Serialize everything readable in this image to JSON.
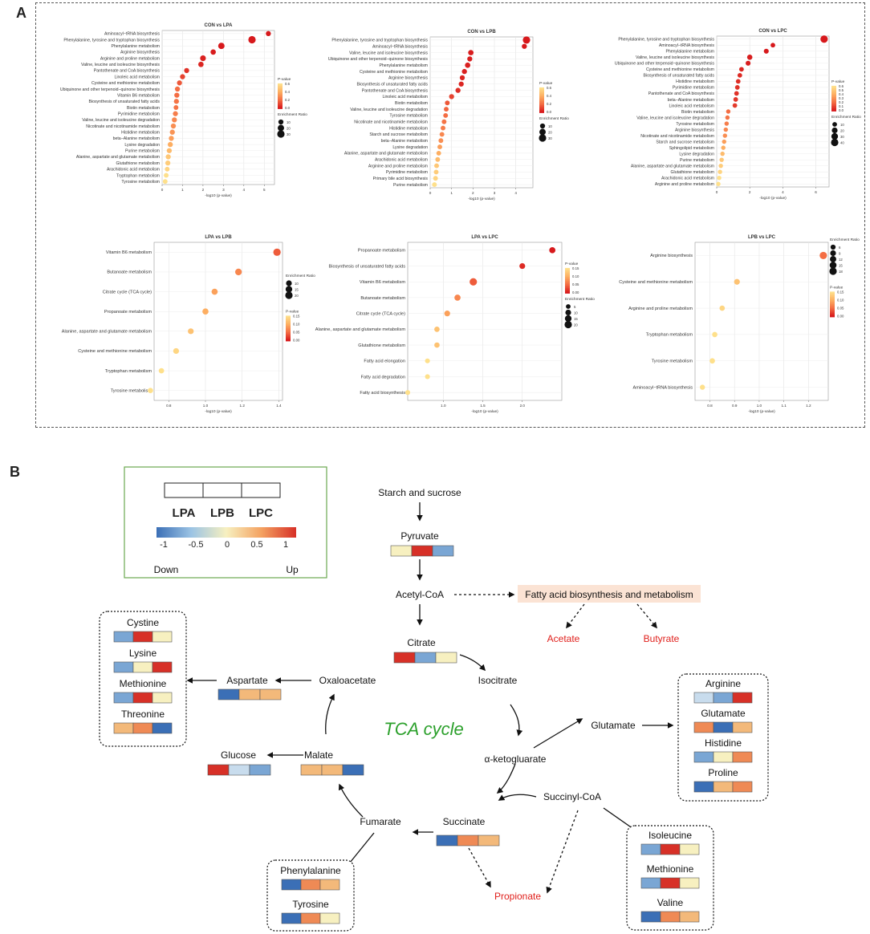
{
  "panelA": {
    "label": "A",
    "legend_pvalue_title": "P-value",
    "legend_er_title": "Enrichment Ratio",
    "color_scale": [
      "#d7191c",
      "#f46d43",
      "#fdae61",
      "#fee08b"
    ]
  },
  "panelB": {
    "label": "B",
    "legend": {
      "groups": [
        "LPA",
        "LPB",
        "LPC"
      ],
      "ticks": [
        "-1",
        "-0.5",
        "0",
        "0.5",
        "1"
      ],
      "down": "Down",
      "up": "Up"
    },
    "tca_label": "TCA  cycle",
    "fatty_acid_box": "Fatty acid biosynthesis and metabolism",
    "colors": {
      "down": "#3b6fb6",
      "light_blue": "#7aa6d4",
      "pale_blue": "#c8dced",
      "neutral": "#f7f0c0",
      "light_orange": "#f3b97a",
      "orange": "#ef8a55",
      "red": "#d73027",
      "red_text": "#e0201c",
      "green_text": "#2ca02c",
      "legend_border": "#6aa84f",
      "fa_box": "#fbe3d4"
    },
    "nodes": [
      {
        "id": "starch",
        "label": "Starch and sucrose",
        "color": "black",
        "heat": []
      },
      {
        "id": "pyruvate",
        "label": "Pyruvate",
        "color": "black",
        "heat": [
          "neutral",
          "red",
          "light_blue"
        ]
      },
      {
        "id": "acetylcoa",
        "label": "Acetyl-CoA",
        "color": "black",
        "heat": []
      },
      {
        "id": "acetate",
        "label": "Acetate",
        "color": "red",
        "heat": []
      },
      {
        "id": "butyrate",
        "label": "Butyrate",
        "color": "red",
        "heat": []
      },
      {
        "id": "citrate",
        "label": "Citrate",
        "color": "black",
        "heat": [
          "red",
          "light_blue",
          "neutral"
        ]
      },
      {
        "id": "isocitrate",
        "label": "Isocitrate",
        "color": "black",
        "heat": []
      },
      {
        "id": "oxaloacetate",
        "label": "Oxaloacetate",
        "color": "black",
        "heat": []
      },
      {
        "id": "aspartate",
        "label": "Aspartate",
        "color": "black",
        "heat": [
          "down",
          "light_orange",
          "light_orange"
        ]
      },
      {
        "id": "akg",
        "label": "α-ketogluarate",
        "color": "black",
        "heat": []
      },
      {
        "id": "glutamate_main",
        "label": "Glutamate",
        "color": "black",
        "heat": []
      },
      {
        "id": "malate",
        "label": "Malate",
        "color": "black",
        "heat": [
          "light_orange",
          "light_orange",
          "down"
        ]
      },
      {
        "id": "glucose",
        "label": "Glucose",
        "color": "black",
        "heat": [
          "red",
          "pale_blue",
          "light_blue"
        ]
      },
      {
        "id": "succinylcoa",
        "label": "Succinyl-CoA",
        "color": "black",
        "heat": []
      },
      {
        "id": "succinate",
        "label": "Succinate",
        "color": "black",
        "heat": [
          "down",
          "orange",
          "light_orange"
        ]
      },
      {
        "id": "fumarate",
        "label": "Fumarate",
        "color": "black",
        "heat": []
      },
      {
        "id": "propionate",
        "label": "Propionate",
        "color": "red",
        "heat": []
      }
    ],
    "groups": [
      {
        "id": "asp_group",
        "items": [
          {
            "label": "Cystine",
            "heat": [
              "light_blue",
              "red",
              "neutral"
            ]
          },
          {
            "label": "Lysine",
            "heat": [
              "light_blue",
              "neutral",
              "red"
            ]
          },
          {
            "label": "Methionine",
            "heat": [
              "light_blue",
              "red",
              "neutral"
            ]
          },
          {
            "label": "Threonine",
            "heat": [
              "light_orange",
              "orange",
              "down"
            ]
          }
        ]
      },
      {
        "id": "glu_group",
        "items": [
          {
            "label": "Arginine",
            "heat": [
              "pale_blue",
              "light_blue",
              "red"
            ]
          },
          {
            "label": "Glutamate",
            "heat": [
              "orange",
              "down",
              "light_orange"
            ]
          },
          {
            "label": "Histidine",
            "heat": [
              "light_blue",
              "neutral",
              "orange"
            ]
          },
          {
            "label": "Proline",
            "heat": [
              "down",
              "light_orange",
              "orange"
            ]
          }
        ]
      },
      {
        "id": "succ_group",
        "items": [
          {
            "label": "Isoleucine",
            "heat": [
              "light_blue",
              "red",
              "neutral"
            ]
          },
          {
            "label": "Methionine",
            "heat": [
              "light_blue",
              "red",
              "neutral"
            ]
          },
          {
            "label": "Valine",
            "heat": [
              "down",
              "orange",
              "light_orange"
            ]
          }
        ]
      },
      {
        "id": "fum_group",
        "items": [
          {
            "label": "Phenylalanine",
            "heat": [
              "down",
              "orange",
              "light_orange"
            ]
          },
          {
            "label": "Tyrosine",
            "heat": [
              "down",
              "orange",
              "neutral"
            ]
          }
        ]
      }
    ]
  },
  "chart_data": [
    {
      "type": "scatter",
      "title": "CON vs LPA",
      "xlabel": "-log10 (p-value)",
      "ylabel": "",
      "xlim": [
        0,
        5.5
      ],
      "xticks": [
        0,
        1,
        2,
        3,
        4,
        5
      ],
      "pvalue_legend": [
        "0.6",
        "0.4",
        "0.2",
        "0.0"
      ],
      "er_legend": [
        "10",
        "20",
        "30"
      ],
      "categories": [
        "Aminoacyl−tRNA biosynthesis",
        "Phenylalanine, tyrosine and tryptophan biosynthesis",
        "Phenylalanine metabolism",
        "Arginine biosynthesis",
        "Arginine and proline metabolism",
        "Valine, leucine and isoleucine biosynthesis",
        "Pantothenate and CoA biosynthesis",
        "Linoleic acid metabolism",
        "Cysteine and methionine metabolism",
        "Ubiquinone and other terpenoid−quinone biosynthesis",
        "Vitamin B6 metabolism",
        "Biosynthesis of unsaturated fatty acids",
        "Biotin metabolism",
        "Pyrimidine metabolism",
        "Valine, leucine and isoleucine degradation",
        "Nicotinate and nicotinamide metabolism",
        "Histidine metabolism",
        "beta−Alanine metabolism",
        "Lysine degradation",
        "Purine metabolism",
        "Alanine, aspartate and glutamate metabolism",
        "Glutathione metabolism",
        "Arachidonic acid metabolism",
        "Tryptophan metabolism",
        "Tyrosine metabolism"
      ],
      "x": [
        5.2,
        4.4,
        2.9,
        2.5,
        2.0,
        1.9,
        1.2,
        1.0,
        0.85,
        0.75,
        0.72,
        0.7,
        0.68,
        0.65,
        0.6,
        0.55,
        0.5,
        0.45,
        0.4,
        0.35,
        0.3,
        0.28,
        0.25,
        0.2,
        0.15
      ],
      "size": [
        10,
        30,
        20,
        12,
        15,
        12,
        10,
        10,
        10,
        10,
        10,
        10,
        8,
        10,
        10,
        10,
        10,
        10,
        10,
        10,
        10,
        10,
        8,
        8,
        8
      ],
      "pvalue": [
        0.0,
        0.0,
        0.0,
        0.01,
        0.02,
        0.03,
        0.06,
        0.1,
        0.15,
        0.2,
        0.2,
        0.22,
        0.22,
        0.25,
        0.28,
        0.3,
        0.32,
        0.35,
        0.4,
        0.45,
        0.5,
        0.52,
        0.55,
        0.6,
        0.65
      ]
    },
    {
      "type": "scatter",
      "title": "CON vs LPB",
      "xlabel": "-log10 (p-value)",
      "ylabel": "",
      "xlim": [
        0,
        4.8
      ],
      "xticks": [
        0,
        1,
        2,
        3,
        4
      ],
      "pvalue_legend": [
        "0.6",
        "0.4",
        "0.2",
        "0.0"
      ],
      "er_legend": [
        "10",
        "20",
        "30"
      ],
      "categories": [
        "Phenylalanine, tyrosine and tryptophan biosynthesis",
        "Aminoacyl−tRNA biosynthesis",
        "Valine, leucine and isoleucine biosynthesis",
        "Ubiquinone and other terpenoid−quinone biosynthesis",
        "Phenylalanine metabolism",
        "Cysteine and methionine metabolism",
        "Arginine biosynthesis",
        "Biosynthesis of unsaturated fatty acids",
        "Pantothenate and CoA biosynthesis",
        "Linoleic acid metabolism",
        "Biotin metabolism",
        "Valine, leucine and isoleucine degradation",
        "Tyrosine metabolism",
        "Nicotinate and nicotinamide metabolism",
        "Histidine metabolism",
        "Starch and sucrose metabolism",
        "beta−Alanine metabolism",
        "Lysine degradation",
        "Alanine, aspartate and glutamate metabolism",
        "Arachidonic acid metabolism",
        "Arginine and proline metabolism",
        "Pyrimidine metabolism",
        "Primary bile acid biosynthesis",
        "Purine metabolism"
      ],
      "x": [
        4.5,
        4.4,
        1.9,
        1.85,
        1.75,
        1.6,
        1.5,
        1.45,
        1.3,
        1.0,
        0.8,
        0.75,
        0.72,
        0.65,
        0.6,
        0.55,
        0.5,
        0.45,
        0.4,
        0.35,
        0.3,
        0.28,
        0.25,
        0.2
      ],
      "size": [
        30,
        10,
        12,
        10,
        12,
        10,
        10,
        10,
        10,
        10,
        8,
        8,
        8,
        8,
        8,
        8,
        8,
        8,
        8,
        8,
        8,
        8,
        8,
        8
      ],
      "pvalue": [
        0.0,
        0.0,
        0.01,
        0.01,
        0.02,
        0.02,
        0.03,
        0.03,
        0.05,
        0.1,
        0.15,
        0.18,
        0.2,
        0.22,
        0.25,
        0.28,
        0.3,
        0.35,
        0.4,
        0.45,
        0.5,
        0.52,
        0.55,
        0.6
      ]
    },
    {
      "type": "scatter",
      "title": "CON vs LPC",
      "xlabel": "-log10 (p-value)",
      "ylabel": "",
      "xlim": [
        0,
        6.8
      ],
      "xticks": [
        0,
        2,
        4,
        6
      ],
      "pvalue_legend": [
        "0.6",
        "0.5",
        "0.4",
        "0.3",
        "0.2",
        "0.1",
        "0.0"
      ],
      "er_legend": [
        "10",
        "20",
        "30",
        "40"
      ],
      "categories": [
        "Phenylalanine, tyrosine and tryptophan biosynthesis",
        "Aminoacyl−tRNA biosynthesis",
        "Phenylalanine metabolism",
        "Valine, leucine and isoleucine biosynthesis",
        "Ubiquinone and other terpenoid−quinone biosynthesis",
        "Cysteine and methionine metabolism",
        "Biosynthesis of unsaturated fatty acids",
        "Histidine metabolism",
        "Pyrimidine metabolism",
        "Pantothenate and CoA biosynthesis",
        "beta−Alanine metabolism",
        "Linoleic acid metabolism",
        "Biotin metabolism",
        "Valine, leucine and isoleucine degradation",
        "Tyrosine metabolism",
        "Arginine biosynthesis",
        "Nicotinate and nicotinamide metabolism",
        "Starch and sucrose metabolism",
        "Sphingolipid metabolism",
        "Lysine degradation",
        "Purine metabolism",
        "Alanine, aspartate and glutamate metabolism",
        "Glutathione metabolism",
        "Arachidonic acid metabolism",
        "Arginine and proline metabolism"
      ],
      "x": [
        6.5,
        3.4,
        3.0,
        2.0,
        1.9,
        1.5,
        1.4,
        1.3,
        1.25,
        1.2,
        1.15,
        1.1,
        0.7,
        0.65,
        0.6,
        0.55,
        0.5,
        0.45,
        0.4,
        0.35,
        0.3,
        0.25,
        0.2,
        0.15,
        0.1
      ],
      "size": [
        40,
        10,
        12,
        15,
        12,
        10,
        10,
        10,
        10,
        10,
        10,
        10,
        8,
        8,
        8,
        8,
        8,
        8,
        8,
        8,
        8,
        8,
        8,
        8,
        8
      ],
      "pvalue": [
        0.0,
        0.0,
        0.0,
        0.01,
        0.01,
        0.03,
        0.04,
        0.05,
        0.06,
        0.06,
        0.07,
        0.08,
        0.2,
        0.22,
        0.25,
        0.28,
        0.3,
        0.35,
        0.4,
        0.45,
        0.5,
        0.52,
        0.55,
        0.6,
        0.65
      ]
    },
    {
      "type": "scatter",
      "title": "LPA vs LPB",
      "xlabel": "-log10 (p-value)",
      "ylabel": "",
      "xlim": [
        0.72,
        1.42
      ],
      "xticks": [
        0.8,
        1.0,
        1.2,
        1.4
      ],
      "xtick_labels": [
        "0.8",
        "1.0",
        "1.2",
        "1.4"
      ],
      "pvalue_legend": [
        "0.15",
        "0.10",
        "0.05",
        "0.00"
      ],
      "er_legend": [
        "10",
        "15",
        "20"
      ],
      "legend_order": "er_first",
      "categories": [
        "Vitamin B6 metabolism",
        "Butanoate metabolism",
        "Citrate cycle (TCA cycle)",
        "Propanoate metabolism",
        "Alanine, aspartate and glutamate metabolism",
        "Cysteine and methionine metabolism",
        "Tryptophan metabolism",
        "Tyrosine metabolism"
      ],
      "x": [
        1.39,
        1.18,
        1.05,
        1.0,
        0.92,
        0.84,
        0.76,
        0.7
      ],
      "size": [
        20,
        15,
        12,
        12,
        10,
        10,
        8,
        8
      ],
      "pvalue": [
        0.04,
        0.07,
        0.09,
        0.1,
        0.12,
        0.14,
        0.17,
        0.2
      ]
    },
    {
      "type": "scatter",
      "title": "LPA vs LPC",
      "xlabel": "-log10 (p-value)",
      "ylabel": "",
      "xlim": [
        0.55,
        2.5
      ],
      "xticks": [
        1.0,
        1.5,
        2.0
      ],
      "xtick_labels": [
        "1.0",
        "1.5",
        "2.0"
      ],
      "pvalue_legend": [
        "0.15",
        "0.10",
        "0.05",
        "0.00"
      ],
      "er_legend": [
        "5",
        "10",
        "15",
        "20"
      ],
      "legend_order": "p_first",
      "categories": [
        "Propanoate metabolism",
        "Biosynthesis of unsaturated fatty acids",
        "Vitamin B6 metabolism",
        "Butanoate metabolism",
        "Citrate cycle (TCA cycle)",
        "Alanine, aspartate and glutamate metabolism",
        "Glutathione metabolism",
        "Fatty acid elongation",
        "Fatty acid degradation",
        "Fatty acid biosynthesis"
      ],
      "x": [
        2.38,
        2.0,
        1.38,
        1.18,
        1.05,
        0.92,
        0.92,
        0.8,
        0.8,
        0.55
      ],
      "size": [
        12,
        10,
        20,
        12,
        10,
        8,
        8,
        6,
        6,
        6
      ],
      "pvalue": [
        0.0,
        0.01,
        0.04,
        0.07,
        0.09,
        0.12,
        0.12,
        0.16,
        0.16,
        0.28
      ]
    },
    {
      "type": "scatter",
      "title": "LPB vs LPC",
      "xlabel": "-log10 (p-value)",
      "ylabel": "",
      "xlim": [
        0.74,
        1.28
      ],
      "xticks": [
        0.8,
        0.9,
        1.0,
        1.1,
        1.2
      ],
      "xtick_labels": [
        "0.8",
        "0.9",
        "1.0",
        "1.1",
        "1.2"
      ],
      "pvalue_legend": [
        "0.15",
        "0.10",
        "0.05",
        "0.00"
      ],
      "er_legend": [
        "6",
        "9",
        "12",
        "15",
        "18"
      ],
      "legend_order": "er_first",
      "categories": [
        "Arginine biosynthesis",
        "Cysteine and methionine metabolism",
        "Arginine and proline metabolism",
        "Tryptophan metabolism",
        "Tyrosine metabolism",
        "Aminoacyl−tRNA biosynthesis"
      ],
      "x": [
        1.26,
        0.91,
        0.85,
        0.82,
        0.81,
        0.77
      ],
      "size": [
        18,
        9,
        7,
        7,
        7,
        6
      ],
      "pvalue": [
        0.05,
        0.12,
        0.14,
        0.15,
        0.16,
        0.18
      ]
    }
  ]
}
